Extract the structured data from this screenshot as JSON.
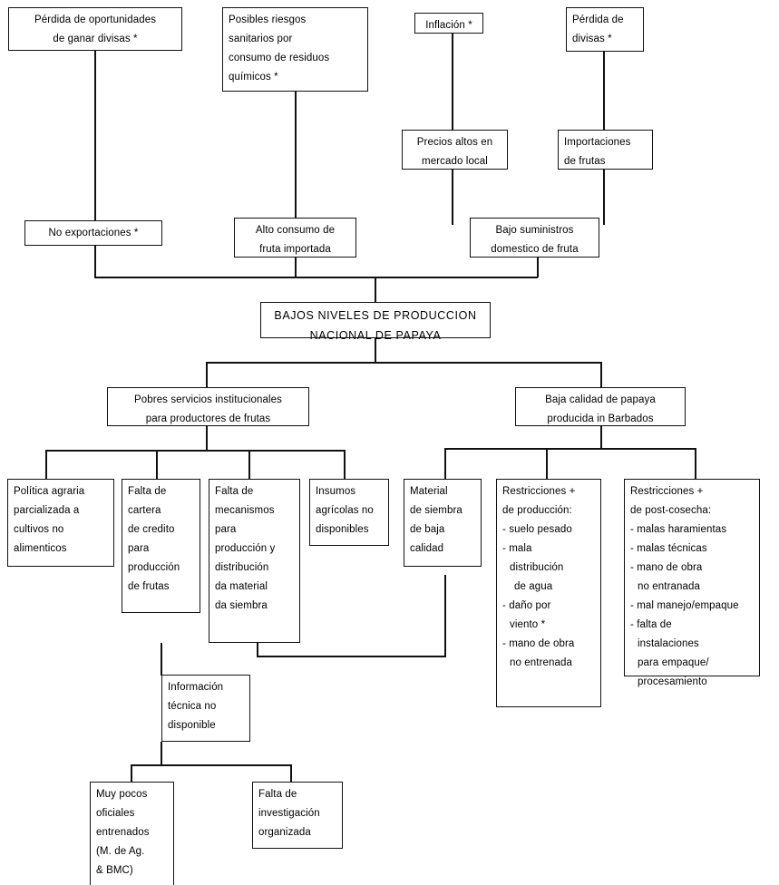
{
  "diagram": {
    "title_node": "BAJOS NIVELES DE PRODUCCION NACIONAL DE PAPAYA",
    "language": "es",
    "type": "problem-tree"
  },
  "nodes": {
    "perdida_oportunidades": {
      "id": "perdida-oportunidades",
      "lines": [
        "Pérdida de oportunidades",
        "de ganar divisas *"
      ]
    },
    "posibles_riesgos": {
      "id": "posibles-riesgos",
      "lines": [
        "Posibles riesgos",
        "sanitarios por",
        "consumo de residuos",
        "químicos *"
      ]
    },
    "inflacion": {
      "id": "inflacion",
      "lines": [
        "Inflación *"
      ]
    },
    "perdida_divisas": {
      "id": "perdida-divisas",
      "lines": [
        "Pérdida de",
        "divisas *"
      ]
    },
    "precios_altos": {
      "id": "precios-altos",
      "lines": [
        "Precios altos en",
        "mercado local"
      ]
    },
    "importaciones": {
      "id": "importaciones-frutas",
      "lines": [
        "Importaciones",
        "de frutas"
      ]
    },
    "no_exportaciones": {
      "id": "no-exportaciones",
      "lines": [
        "No exportaciones *"
      ]
    },
    "alto_consumo": {
      "id": "alto-consumo",
      "lines": [
        "Alto consumo de",
        "fruta importada"
      ]
    },
    "bajo_suministros": {
      "id": "bajo-suministros",
      "lines": [
        "Bajo suministros",
        "domestico de fruta"
      ]
    },
    "core_problem": {
      "id": "core-problem",
      "lines": [
        "BAJOS NIVELES DE PRODUCCION",
        "NACIONAL DE PAPAYA"
      ]
    },
    "pobres_servicios": {
      "id": "pobres-servicios",
      "lines": [
        "Pobres servicios institucionales",
        "para productores de frutas"
      ]
    },
    "baja_calidad": {
      "id": "baja-calidad",
      "lines": [
        "Baja calidad de papaya",
        "producida in Barbados"
      ]
    },
    "politica_agraria": {
      "id": "politica-agraria",
      "lines": [
        "Política agraria",
        "parcializada a",
        "cultivos no",
        "alimenticos"
      ]
    },
    "falta_cartera": {
      "id": "falta-cartera-credito",
      "lines": [
        "Falta de",
        "cartera",
        "de credito",
        "para",
        "producción",
        "de frutas"
      ]
    },
    "falta_mecanismos": {
      "id": "falta-mecanismos",
      "lines": [
        "Falta de",
        "mecanismos",
        "para",
        "producción y",
        "distribución",
        "da material",
        "da siembra"
      ]
    },
    "insumos": {
      "id": "insumos-agricolas",
      "lines": [
        "Insumos",
        "agrícolas no",
        "disponibles"
      ]
    },
    "material_siembra": {
      "id": "material-siembra",
      "lines": [
        "Material",
        "de siembra",
        "de baja",
        "calidad"
      ]
    },
    "restricciones_produccion": {
      "id": "restricciones-produccion",
      "lines": [
        "Restricciones +",
        "de producción:",
        "- suelo pesado",
        "- mala",
        "distribución",
        "de agua",
        "- daño por",
        "viento *",
        "- mano de obra",
        "no entrenada"
      ]
    },
    "restricciones_postcosecha": {
      "id": "restricciones-postcosecha",
      "lines": [
        "Restricciones +",
        "de post-cosecha:",
        "- malas haramientas",
        "- malas técnicas",
        "- mano de obra",
        "no entranada",
        "- mal manejo/empaque",
        "- falta de",
        "instalaciones",
        "para empaque/",
        "procesamiento"
      ]
    },
    "informacion_tecnica": {
      "id": "informacion-tecnica",
      "lines": [
        "Información",
        "técnica no",
        "disponible"
      ]
    },
    "muy_pocos_oficiales": {
      "id": "muy-pocos-oficiales",
      "lines": [
        "Muy pocos",
        "oficiales",
        "entrenados",
        "(M. de Ag.",
        "& BMC)"
      ]
    },
    "falta_investigacion": {
      "id": "falta-investigacion",
      "lines": [
        "Falta de",
        "investigación",
        "organizada"
      ]
    }
  },
  "colors": {
    "line": "#111111",
    "box_border": "#111111",
    "background": "#ffffff",
    "text": "#000000"
  }
}
